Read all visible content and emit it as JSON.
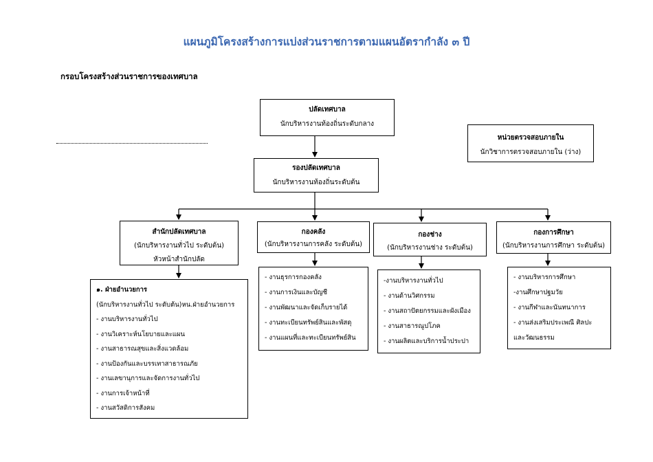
{
  "title": "แผนภูมิโครงสร้างการแบ่งส่วนราชการตามแผนอัตรากำลัง ๓ ปี",
  "subtitle": "กรอบโครงสร้างส่วนราชการของเทศบาล",
  "dotted_line": "...........................................................................",
  "palat": {
    "name": "ปลัดเทศบาล",
    "position": "นักบริหารงานท้องถิ่นระดับกลาง"
  },
  "audit": {
    "name": "หน่วยตรวจสอบภายใน",
    "position": "นักวิชาการตรวจสอบภายใน   (ว่าง)"
  },
  "deputy": {
    "name": "รองปลัดเทศบาล",
    "position": "นักบริหารงานท้องถิ่นระดับต้น"
  },
  "divisions": [
    {
      "name": "สำนักปลัดเทศบาล",
      "position": "(นักบริหารงานทั่วไป ระดับต้น)",
      "extra": "หัวหน้าสำนักปลัด"
    },
    {
      "name": "กองคลัง",
      "position": "(นักบริหารงานการคลัง ระดับต้น)"
    },
    {
      "name": "กองช่าง",
      "position": "(นักบริหารงานช่าง ระดับต้น)"
    },
    {
      "name": "กองการศึกษา",
      "position": "(นักบริหารงานการศึกษา ระดับต้น)"
    }
  ],
  "office_section": {
    "heading": "๑. ฝ่ายอำนวยการ",
    "sub": "(นักบริหารงานทั่วไป ระดับต้น)หน.ฝ่ายอำนวยการ",
    "items": [
      "- งานบริหารงานทั่วไป",
      "- งานวิเคราะห์นโยบายและแผน",
      "- งานสาธารณสุขและสิ่งแวดล้อม",
      "- งานป้องกันและบรรเทาสาธารณภัย",
      "- งานเลขานุการและจัดการงานทั่วไป",
      "- งานการเจ้าหน้าที่",
      "- งานสวัสดิการสังคม"
    ]
  },
  "finance_items": [
    "- งานธุรการกองคลัง",
    "- งานการเงินและบัญชี",
    "- งานพัฒนาและจัดเก็บรายได้",
    "- งานทะเบียนทรัพย์สินและพัสดุ",
    "- งานแผนที่และทะเบียนทรัพย์สิน"
  ],
  "engineering_items": [
    "-งานบริหารงานทั่วไป",
    "- งานด้านวิศกรรม",
    "- งานสถาปัตยกรรมและผังเมือง",
    "- งานสาธารณูปโภค",
    "- งานผลิตและบริการน้ำประปา"
  ],
  "education_items": [
    "- งานบริหารการศึกษา",
    "-งานศึกษาปฐมวัย",
    "- งานกีฬาและนันทนาการ",
    "- งานส่งเสริมประเพณี ศิลปะ",
    "และวัฒนธรรม"
  ]
}
